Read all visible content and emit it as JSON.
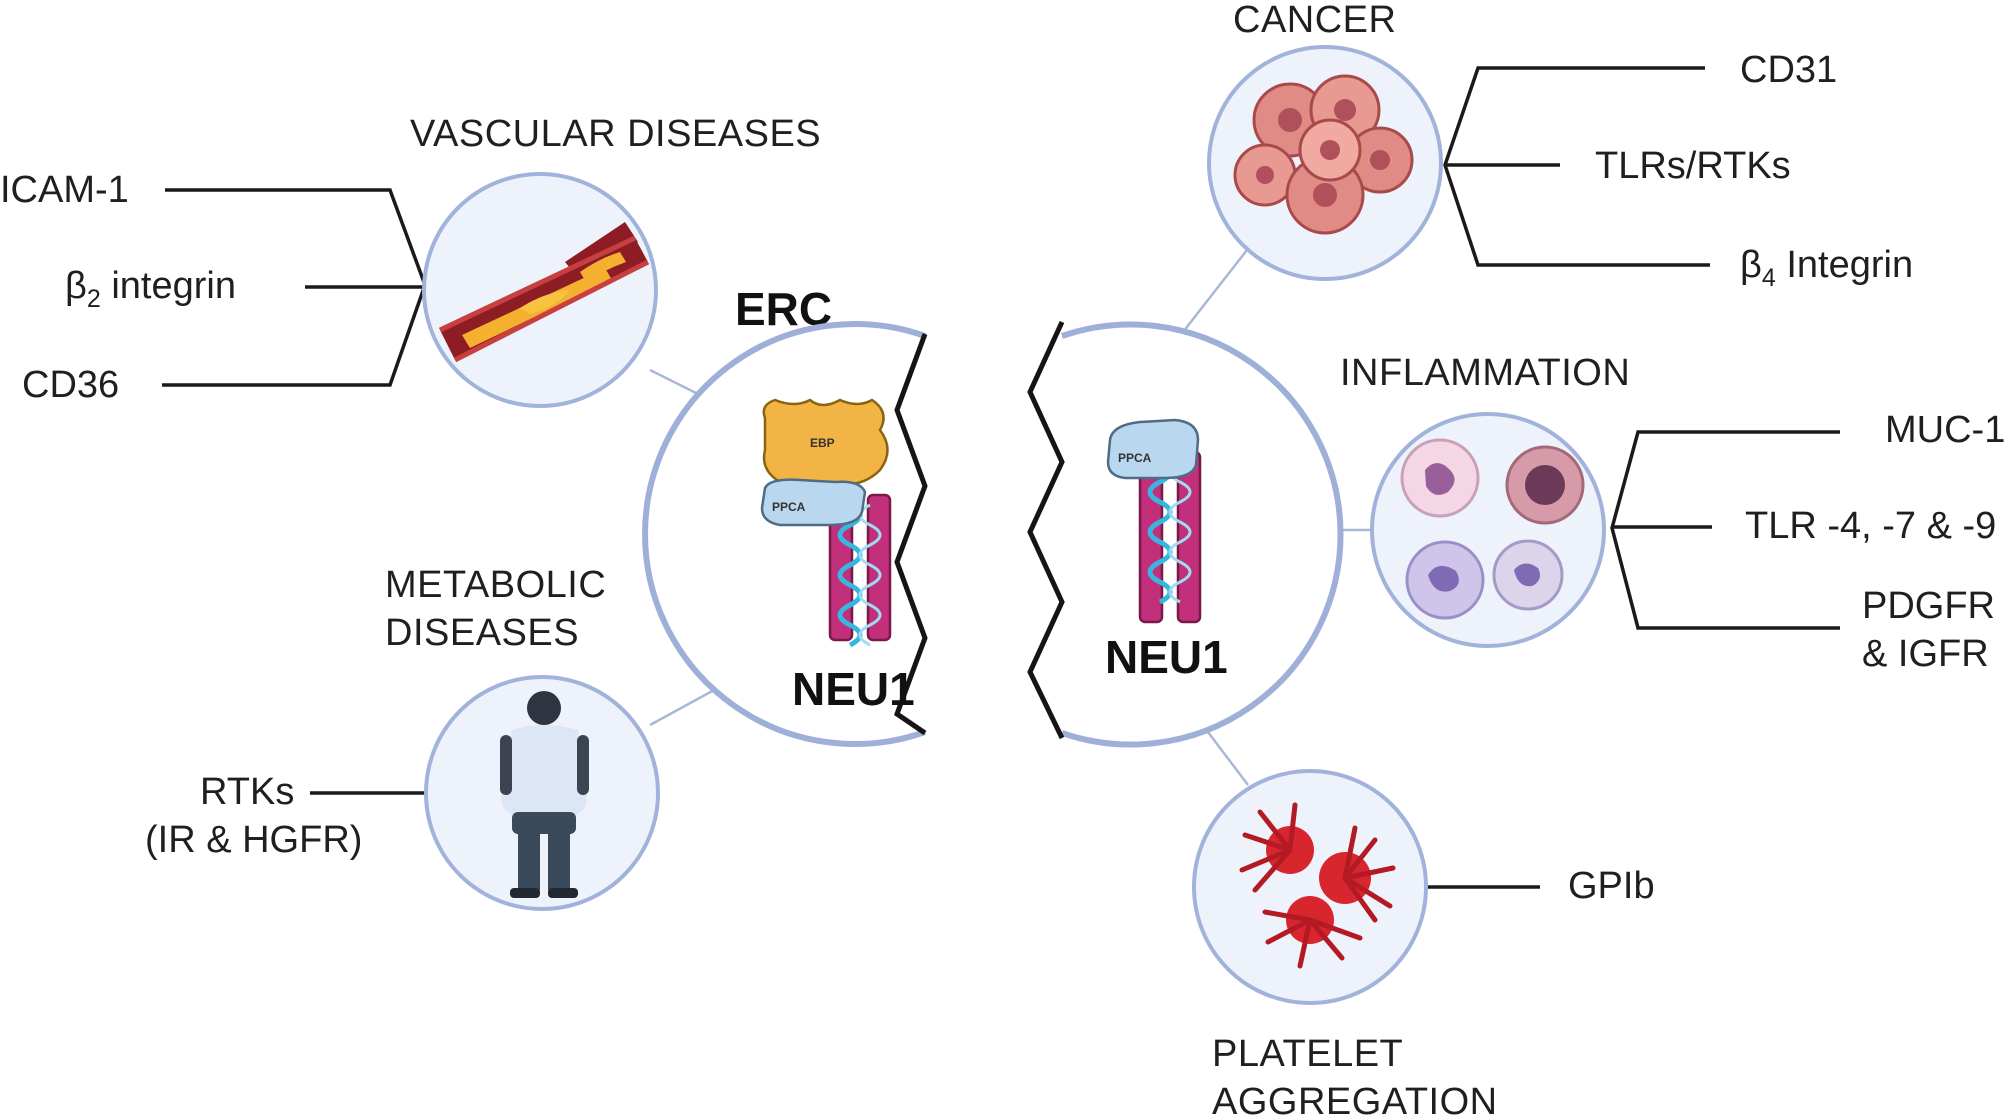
{
  "colors": {
    "circle_fill": "#eef2fb",
    "circle_stroke": "#a2b3db",
    "connector": "#a9b8d6",
    "neu1": "#c2307c",
    "ebp": "#f2b545",
    "ppca": "#b9d8ef",
    "helix": "#37b6e0"
  },
  "center": {
    "erc_title": "ERC",
    "left_neu1": "NEU1",
    "right_neu1": "NEU1",
    "ebp_label": "EBP",
    "ppca_left": "PPCA",
    "ppca_right": "PPCA"
  },
  "vascular": {
    "title": "VASCULAR DISEASES",
    "icon": "artery-plaque-icon",
    "items": [
      "ICAM-1",
      "integrin",
      "CD36"
    ],
    "beta_symbol": "β",
    "beta_sub": "2"
  },
  "metabolic": {
    "title_line1": "METABOLIC",
    "title_line2": "DISEASES",
    "icon": "person-icon",
    "item_line1": "RTKs",
    "item_line2": "(IR & HGFR)"
  },
  "cancer": {
    "title": "CANCER",
    "icon": "tumor-cells-icon",
    "items": [
      "CD31",
      "TLRs/RTKs",
      "Integrin"
    ],
    "beta_symbol": "β",
    "beta_sub": "4"
  },
  "inflammation": {
    "title": "INFLAMMATION",
    "icon": "immune-cells-icon",
    "items": [
      "MUC-1",
      "TLR -4, -7 & -9"
    ],
    "item3_line1": "PDGFR",
    "item3_line2": "& IGFR"
  },
  "platelet": {
    "title_line1": "PLATELET",
    "title_line2": "AGGREGATION",
    "icon": "activated-platelets-icon",
    "item": "GPIb"
  }
}
